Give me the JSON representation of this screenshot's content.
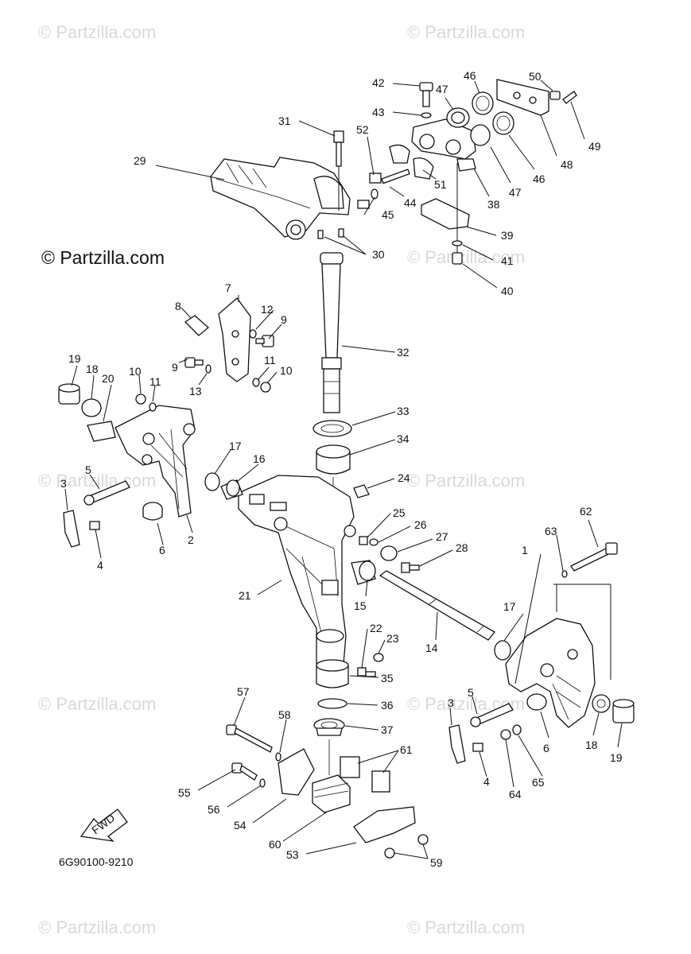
{
  "watermark": {
    "faint": "© Partzilla.com",
    "main": "© Partzilla.com"
  },
  "diagram_code": "6G90100-9210",
  "fwd_label": "FWD",
  "callouts": [
    {
      "id": "c1",
      "text": "1"
    },
    {
      "id": "c2",
      "text": "2"
    },
    {
      "id": "c3a",
      "text": "3"
    },
    {
      "id": "c3b",
      "text": "3"
    },
    {
      "id": "c4a",
      "text": "4"
    },
    {
      "id": "c4b",
      "text": "4"
    },
    {
      "id": "c5a",
      "text": "5"
    },
    {
      "id": "c5b",
      "text": "5"
    },
    {
      "id": "c6a",
      "text": "6"
    },
    {
      "id": "c6b",
      "text": "6"
    },
    {
      "id": "c7",
      "text": "7"
    },
    {
      "id": "c8",
      "text": "8"
    },
    {
      "id": "c9a",
      "text": "9"
    },
    {
      "id": "c9b",
      "text": "9"
    },
    {
      "id": "c10a",
      "text": "10"
    },
    {
      "id": "c10b",
      "text": "10"
    },
    {
      "id": "c11a",
      "text": "11"
    },
    {
      "id": "c11b",
      "text": "11"
    },
    {
      "id": "c12",
      "text": "12"
    },
    {
      "id": "c13",
      "text": "13"
    },
    {
      "id": "c14",
      "text": "14"
    },
    {
      "id": "c15",
      "text": "15"
    },
    {
      "id": "c16",
      "text": "16"
    },
    {
      "id": "c17a",
      "text": "17"
    },
    {
      "id": "c17b",
      "text": "17"
    },
    {
      "id": "c18a",
      "text": "18"
    },
    {
      "id": "c18b",
      "text": "18"
    },
    {
      "id": "c19a",
      "text": "19"
    },
    {
      "id": "c19b",
      "text": "19"
    },
    {
      "id": "c20",
      "text": "20"
    },
    {
      "id": "c21",
      "text": "21"
    },
    {
      "id": "c22",
      "text": "22"
    },
    {
      "id": "c23",
      "text": "23"
    },
    {
      "id": "c24",
      "text": "24"
    },
    {
      "id": "c25",
      "text": "25"
    },
    {
      "id": "c26",
      "text": "26"
    },
    {
      "id": "c27",
      "text": "27"
    },
    {
      "id": "c28",
      "text": "28"
    },
    {
      "id": "c29",
      "text": "29"
    },
    {
      "id": "c30",
      "text": "30"
    },
    {
      "id": "c31",
      "text": "31"
    },
    {
      "id": "c32",
      "text": "32"
    },
    {
      "id": "c33",
      "text": "33"
    },
    {
      "id": "c34",
      "text": "34"
    },
    {
      "id": "c35",
      "text": "35"
    },
    {
      "id": "c36",
      "text": "36"
    },
    {
      "id": "c37",
      "text": "37"
    },
    {
      "id": "c38",
      "text": "38"
    },
    {
      "id": "c39",
      "text": "39"
    },
    {
      "id": "c40",
      "text": "40"
    },
    {
      "id": "c41",
      "text": "41"
    },
    {
      "id": "c42",
      "text": "42"
    },
    {
      "id": "c43",
      "text": "43"
    },
    {
      "id": "c44",
      "text": "44"
    },
    {
      "id": "c45",
      "text": "45"
    },
    {
      "id": "c46a",
      "text": "46"
    },
    {
      "id": "c46b",
      "text": "46"
    },
    {
      "id": "c47a",
      "text": "47"
    },
    {
      "id": "c47b",
      "text": "47"
    },
    {
      "id": "c48",
      "text": "48"
    },
    {
      "id": "c49",
      "text": "49"
    },
    {
      "id": "c50",
      "text": "50"
    },
    {
      "id": "c51",
      "text": "51"
    },
    {
      "id": "c52",
      "text": "52"
    },
    {
      "id": "c53",
      "text": "53"
    },
    {
      "id": "c54",
      "text": "54"
    },
    {
      "id": "c55",
      "text": "55"
    },
    {
      "id": "c56",
      "text": "56"
    },
    {
      "id": "c57",
      "text": "57"
    },
    {
      "id": "c58",
      "text": "58"
    },
    {
      "id": "c59",
      "text": "59"
    },
    {
      "id": "c60",
      "text": "60"
    },
    {
      "id": "c61",
      "text": "61"
    },
    {
      "id": "c62",
      "text": "62"
    },
    {
      "id": "c63",
      "text": "63"
    },
    {
      "id": "c64",
      "text": "64"
    },
    {
      "id": "c65",
      "text": "65"
    }
  ]
}
